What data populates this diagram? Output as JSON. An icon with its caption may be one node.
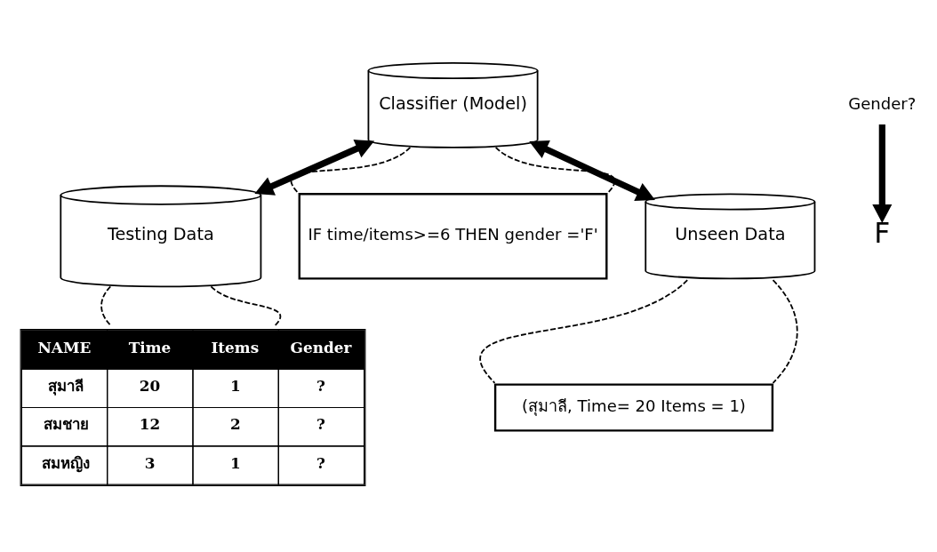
{
  "diagram": {
    "nodes": [
      {
        "text": [
          "Classifier (Model)"
        ]
      },
      {
        "text": [
          "Testing Data"
        ]
      },
      {
        "text": [
          "Unseen Data"
        ]
      },
      {
        "text": [
          "IF time/items>=6 THEN gender ='F'"
        ]
      },
      {
        "text": [
          "NAME",
          "Time",
          "Items",
          "Gender",
          "สุมาลี",
          "20",
          "1",
          "?",
          "สมชาย",
          "12",
          "2",
          "?",
          "สมหญิง",
          "3",
          "1",
          "?"
        ]
      },
      {
        "text": [
          "(สุมาลี, Time= 20 Items = 1)"
        ]
      },
      {
        "text": [
          "Gender?"
        ]
      },
      {
        "text": [
          "F"
        ]
      }
    ],
    "edges": [
      {
        "from": 0,
        "to": 1,
        "arrow": "both",
        "style": "thick"
      },
      {
        "from": 0,
        "to": 2,
        "arrow": "both",
        "style": "thick"
      },
      {
        "from": 0,
        "to": 3,
        "arrow": "none",
        "style": "dashed"
      },
      {
        "from": 0,
        "to": 3,
        "arrow": "none",
        "style": "dashed"
      },
      {
        "from": 1,
        "to": 4,
        "arrow": "none",
        "style": "dashed"
      },
      {
        "from": 1,
        "to": 4,
        "arrow": "none",
        "style": "dashed"
      },
      {
        "from": 2,
        "to": 5,
        "arrow": "none",
        "style": "dashed"
      },
      {
        "from": 2,
        "to": 5,
        "arrow": "none",
        "style": "dashed"
      },
      {
        "from": 6,
        "to": 7,
        "arrow": "to",
        "style": "thick"
      }
    ]
  }
}
